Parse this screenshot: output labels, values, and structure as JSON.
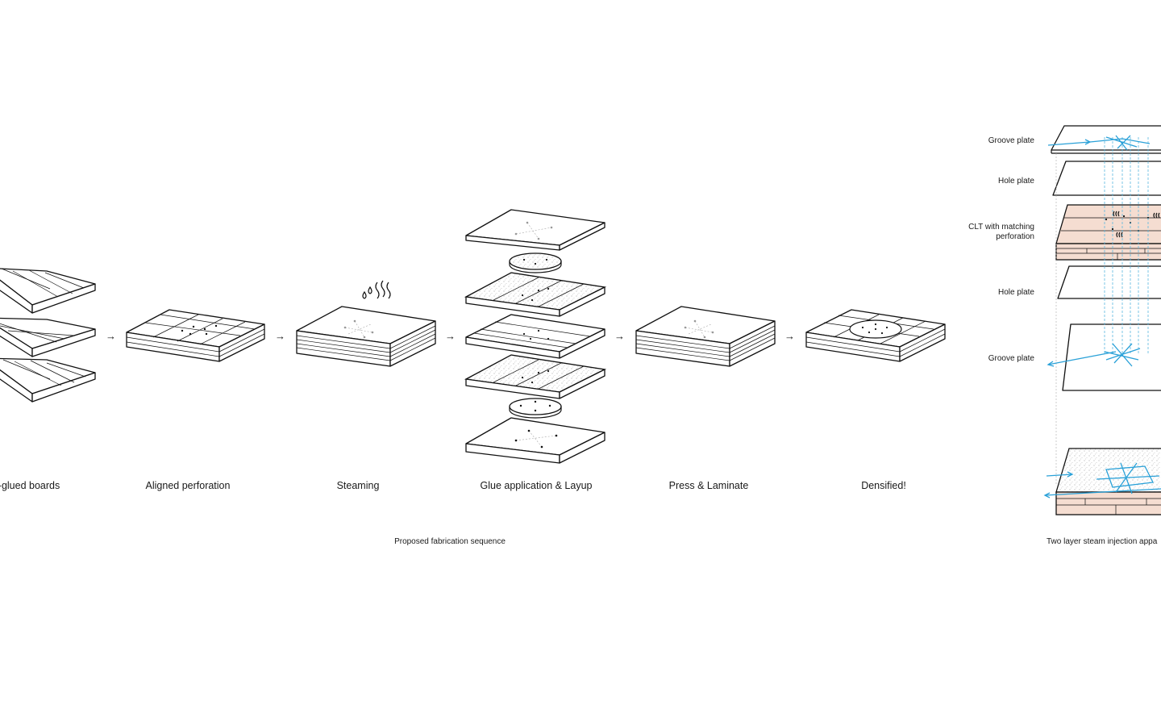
{
  "steps": [
    {
      "label": "-glued boards"
    },
    {
      "label": "Aligned perforation"
    },
    {
      "label": "Steaming"
    },
    {
      "label": "Glue application & Layup"
    },
    {
      "label": "Press & Laminate"
    },
    {
      "label": "Densified!"
    }
  ],
  "arrow_glyph": "→",
  "sequence_caption": "Proposed fabrication sequence",
  "apparatus": {
    "layers": [
      {
        "label_line1": "Groove plate",
        "label_line2": ""
      },
      {
        "label_line1": "Hole plate",
        "label_line2": ""
      },
      {
        "label_line1": "CLT with matching",
        "label_line2": "perforation"
      },
      {
        "label_line1": "Hole plate",
        "label_line2": ""
      },
      {
        "label_line1": "Groove plate",
        "label_line2": ""
      }
    ],
    "caption": "Two layer steam injection appa"
  },
  "colors": {
    "line": "#111111",
    "steam_blue": "#2aa1d8",
    "clt_fill": "#f5ddd1"
  },
  "icons": [
    "steam-drops-icon",
    "steam-wave-icon",
    "arrow-right-icon"
  ]
}
